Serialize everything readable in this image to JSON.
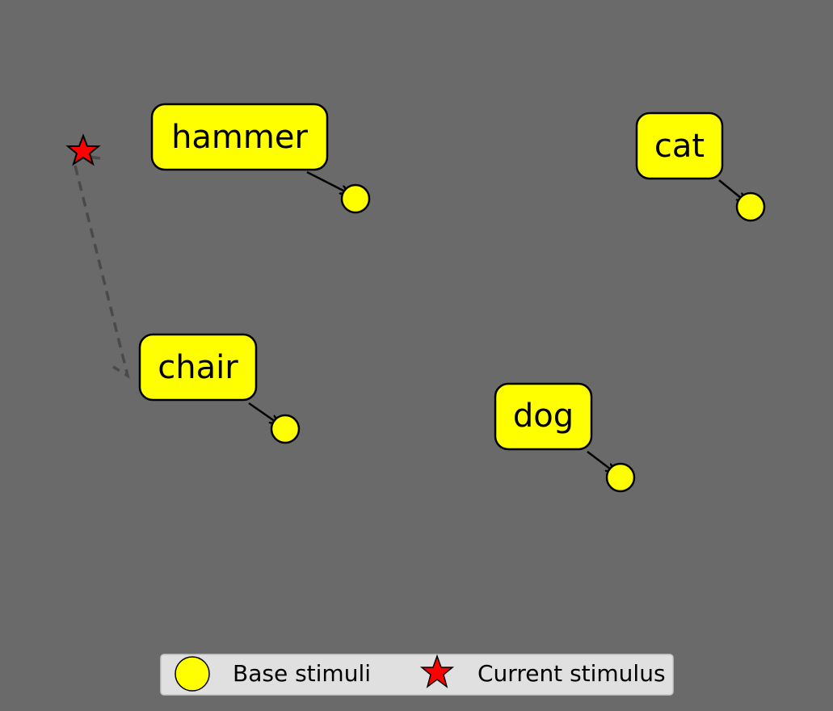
{
  "stimuli": [
    {
      "label": "hammer"
    },
    {
      "label": "cat"
    },
    {
      "label": "chair"
    },
    {
      "label": "dog"
    }
  ],
  "legend": {
    "base_label": "Base stimuli",
    "current_label": "Current stimulus"
  },
  "colors": {
    "background": "#6a6a6a",
    "stimulus_fill": "#ffff00",
    "current_fill": "#ff0000",
    "legend_bg": "#e0e0e0"
  }
}
